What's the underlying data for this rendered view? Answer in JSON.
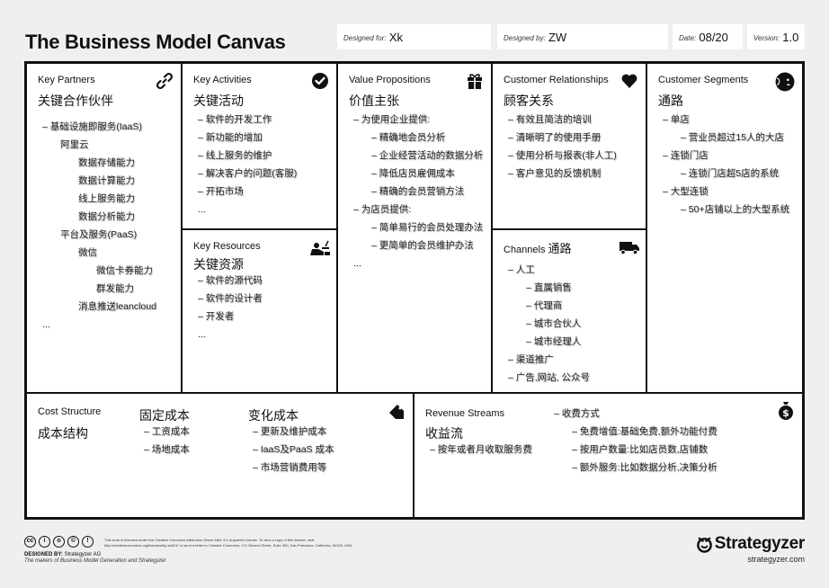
{
  "title": "The Business Model Canvas",
  "meta": {
    "designed_for_label": "Designed for:",
    "designed_for_value": "Xk",
    "designed_by_label": "Designed by:",
    "designed_by_value": "ZW",
    "date_label": "Date:",
    "date_value": "08/20",
    "version_label": "Version:",
    "version_value": "1.0"
  },
  "key_partners": {
    "title": "Key Partners",
    "title_cn": "关键合作伙伴",
    "items": [
      {
        "text": "– 基础设施即服务(IaaS)",
        "level": 1
      },
      {
        "text": "阿里云",
        "level": 2
      },
      {
        "text": "数据存储能力",
        "level": 4
      },
      {
        "text": "数据计算能力",
        "level": 4
      },
      {
        "text": "线上服务能力",
        "level": 4
      },
      {
        "text": "数据分析能力",
        "level": 4
      },
      {
        "text": "平台及服务(PaaS)",
        "level": 2
      },
      {
        "text": "微信",
        "level": 4
      },
      {
        "text": "微信卡券能力",
        "level": 5
      },
      {
        "text": "群发能力",
        "level": 5
      },
      {
        "text": "消息推送leancloud",
        "level": 4
      },
      {
        "text": "...",
        "level": 1
      }
    ]
  },
  "key_activities": {
    "title": "Key Activities",
    "title_cn": "关键活动",
    "items": [
      {
        "text": "– 软件的开发工作",
        "level": 1
      },
      {
        "text": "– 新功能的增加",
        "level": 1
      },
      {
        "text": "– 线上服务的维护",
        "level": 1
      },
      {
        "text": "– 解决客户的问题(客服)",
        "level": 1
      },
      {
        "text": "– 开拓市场",
        "level": 1
      },
      {
        "text": "...",
        "level": 1
      }
    ]
  },
  "key_resources": {
    "title": "Key Resources",
    "title_cn": "关键资源",
    "items": [
      {
        "text": "– 软件的源代码",
        "level": 1
      },
      {
        "text": "– 软件的设计者",
        "level": 1
      },
      {
        "text": "– 开发者",
        "level": 1
      },
      {
        "text": "...",
        "level": 1
      }
    ]
  },
  "value_propositions": {
    "title": "Value Propositions",
    "title_cn": "价值主张",
    "items": [
      {
        "text": "– 为使用企业提供:",
        "level": 1
      },
      {
        "text": "– 精确地会员分析",
        "level": 3
      },
      {
        "text": "– 企业经营活动的数据分析",
        "level": 3
      },
      {
        "text": "– 降低店员雇佣成本",
        "level": 3
      },
      {
        "text": "– 精确的会员营销方法",
        "level": 3
      },
      {
        "text": "– 为店员提供:",
        "level": 1
      },
      {
        "text": "– 简单易行的会员处理办法",
        "level": 3
      },
      {
        "text": "– 更简单的会员维护办法",
        "level": 3
      },
      {
        "text": "...",
        "level": 1
      }
    ]
  },
  "customer_relationships": {
    "title": "Customer Relationships",
    "title_cn": "顾客关系",
    "items": [
      {
        "text": "– 有效且简洁的培训",
        "level": 1
      },
      {
        "text": "– 清晰明了的使用手册",
        "level": 1
      },
      {
        "text": "– 使用分析与报表(非人工)",
        "level": 1
      },
      {
        "text": "– 客户意见的反馈机制",
        "level": 1
      }
    ]
  },
  "channels": {
    "title": "Channels",
    "title_cn": "通路",
    "items": [
      {
        "text": "– 人工",
        "level": 1
      },
      {
        "text": "– 直属销售",
        "level": 3
      },
      {
        "text": "– 代理商",
        "level": 3
      },
      {
        "text": "– 城市合伙人",
        "level": 3
      },
      {
        "text": "– 城市经理人",
        "level": 3
      },
      {
        "text": "– 渠道推广",
        "level": 1
      },
      {
        "text": "– 广告,网站,  公众号",
        "level": 1
      }
    ]
  },
  "customer_segments": {
    "title": "Customer Segments",
    "title_cn": "通路",
    "items": [
      {
        "text": "– 单店",
        "level": 1
      },
      {
        "text": "– 营业员超过15人的大店",
        "level": 3
      },
      {
        "text": "– 连锁门店",
        "level": 1
      },
      {
        "text": "– 连锁门店超5店的系统",
        "level": 3
      },
      {
        "text": "– 大型连锁",
        "level": 1
      },
      {
        "text": "– 50+店铺以上的大型系统",
        "level": 3
      }
    ]
  },
  "cost_structure": {
    "title": "Cost Structure",
    "title_cn": "成本结构",
    "fixed_title": "固定成本",
    "fixed_items": [
      "– 工资成本",
      "– 场地成本"
    ],
    "variable_title": "变化成本",
    "variable_items": [
      "– 更新及维护成本",
      "– IaaS及PaaS 成本",
      "– 市场营销费用等"
    ]
  },
  "revenue_streams": {
    "title": "Revenue Streams",
    "title_cn": "收益流",
    "left_items": [
      "– 按年或者月收取服务费"
    ],
    "right_items": [
      {
        "text": "– 收费方式",
        "level": 1
      },
      {
        "text": "– 免费增值:基础免费,额外功能付费",
        "level": 3
      },
      {
        "text": "– 按用户数量:比如店员数,店铺数",
        "level": 3
      },
      {
        "text": "– 额外服务:比如数据分析,决策分析",
        "level": 3
      }
    ]
  },
  "footer": {
    "license_line1": "This work is licensed under the Creative Commons Attribution-Share Alike 3.0 Unported License. To view a copy of this license, visit:",
    "license_line2": "http://creativecommons.org/licenses/by-sa/3.0/ or send a letter to Creative Commons, 171 Second Street, Suite 300, San Francisco, California, 94105, USA.",
    "designed_by_label": "DESIGNED BY:",
    "designed_by_value": "Strategyzer AG",
    "makers": "The makers of Business Model Generation and Strategyzer",
    "brand": "Strategyzer",
    "url": "strategyzer.com"
  }
}
